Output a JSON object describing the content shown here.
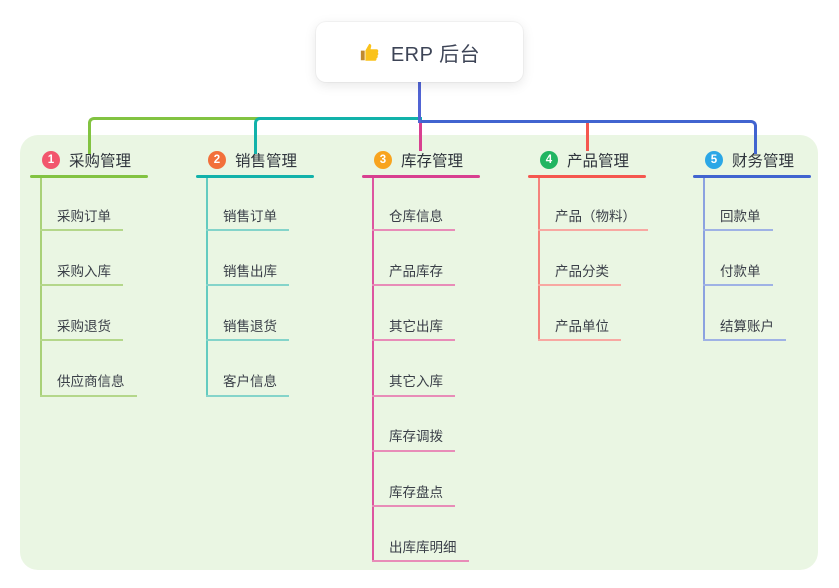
{
  "root": {
    "label": "ERP 后台",
    "icon": "thumbs-up-icon"
  },
  "colors": {
    "panel_background": "#eaf6e3",
    "root_connector": "#5164d4",
    "root_text": "#3d4456"
  },
  "branches": [
    {
      "key": "purchase",
      "num": "1",
      "label": "采购管理",
      "badge_color": "#f2566d",
      "line_color": "#82c341",
      "vline_color": "#a9d178",
      "item_line_color": "#b4d78a",
      "items": [
        "采购订单",
        "采购入库",
        "采购退货",
        "供应商信息"
      ]
    },
    {
      "key": "sales",
      "num": "2",
      "label": "销售管理",
      "badge_color": "#f2703a",
      "line_color": "#12b2aa",
      "vline_color": "#63cbc0",
      "item_line_color": "#84d4ca",
      "items": [
        "销售订单",
        "销售出库",
        "销售退货",
        "客户信息"
      ]
    },
    {
      "key": "inventory",
      "num": "3",
      "label": "库存管理",
      "badge_color": "#f8a41f",
      "line_color": "#d84090",
      "vline_color": "#dd55a0",
      "item_line_color": "#e88cb8",
      "items": [
        "仓库信息",
        "产品库存",
        "其它出库",
        "其它入库",
        "库存调拨",
        "库存盘点",
        "出库库明细"
      ]
    },
    {
      "key": "product",
      "num": "4",
      "label": "产品管理",
      "badge_color": "#21b561",
      "line_color": "#f5574f",
      "vline_color": "#f4837c",
      "item_line_color": "#f8a8a2",
      "items": [
        "产品（物料）",
        "产品分类",
        "产品单位"
      ]
    },
    {
      "key": "finance",
      "num": "5",
      "label": "财务管理",
      "badge_color": "#2ba7e6",
      "line_color": "#4164d0",
      "vline_color": "#8ba2e0",
      "item_line_color": "#9fb2e5",
      "items": [
        "回款单",
        "付款单",
        "结算账户"
      ]
    }
  ]
}
